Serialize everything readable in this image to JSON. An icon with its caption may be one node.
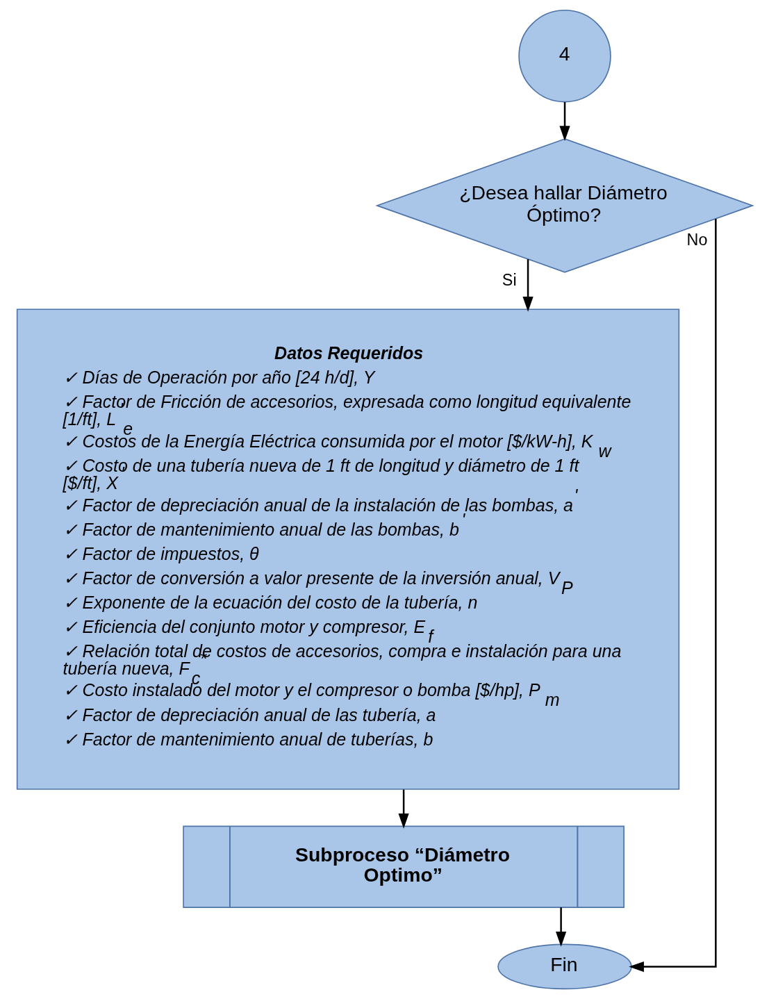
{
  "diagram": {
    "nodes": [
      {
        "text": [
          "4"
        ]
      },
      {
        "text": [
          "¿Desea hallar Diámetro Óptimo?"
        ]
      },
      {
        "text": [
          "Datos Requeridos",
          "✓ Días de Operación por año [24 h/d], Y",
          "✓ Factor de Fricción de accesorios, expresada como longitud equivalente [1/ft], L$^{'}$$_{e}$",
          "✓ Costos de la Energía Eléctrica consumida por el motor [$/kW-h], K$_{w}$",
          "✓ Costo de una tubería nueva de 1 ft de longitud y diámetro de 1 ft [$/ft], X$^{'}$",
          "✓ Factor de depreciación anual de la instalación de las bombas, a$^{'}$",
          "✓ Factor de mantenimiento anual de las bombas, b$^{'}$",
          "✓ Factor de impuestos, θ",
          "✓ Factor de conversión a valor presente de la inversión anual, V$_{P}$",
          "✓ Exponente de la ecuación del costo de la tubería, n",
          "✓ Eficiencia del conjunto motor y compresor, E$_{f}$",
          "✓ Relación total de costos de accesorios, compra e instalación para una tubería nueva, F$_{c}$$^{*}$",
          "✓ Costo instalado del motor y el compresor o bomba [$/hp], P$_{m}$",
          "✓ Factor de depreciación anual de las tubería, a",
          "✓ Factor de mantenimiento anual de tuberías, b"
        ]
      },
      {
        "text": [
          "Subproceso “Diámetro Optimo”"
        ]
      },
      {
        "text": [
          "Fin"
        ]
      }
    ],
    "edges": [
      {
        "from": 0,
        "to": 1,
        "arrow": "to"
      },
      {
        "from": 1,
        "to": 2,
        "arrow": "to",
        "label": "Si"
      },
      {
        "from": 1,
        "to": 4,
        "arrow": "to",
        "label": "No"
      },
      {
        "from": 2,
        "to": 3,
        "arrow": "to"
      },
      {
        "from": 3,
        "to": 4,
        "arrow": "to"
      }
    ]
  }
}
